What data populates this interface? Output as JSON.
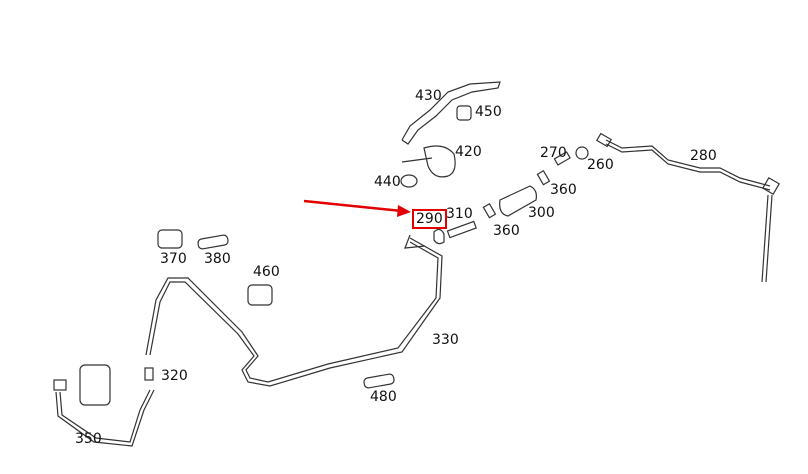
{
  "diagram": {
    "highlight_color": "#e30000",
    "highlighted_part": "290",
    "part_labels": [
      "430",
      "450",
      "420",
      "440",
      "270",
      "260",
      "280",
      "360",
      "300",
      "310",
      "290",
      "360",
      "370",
      "380",
      "460",
      "330",
      "320",
      "480",
      "350"
    ]
  }
}
